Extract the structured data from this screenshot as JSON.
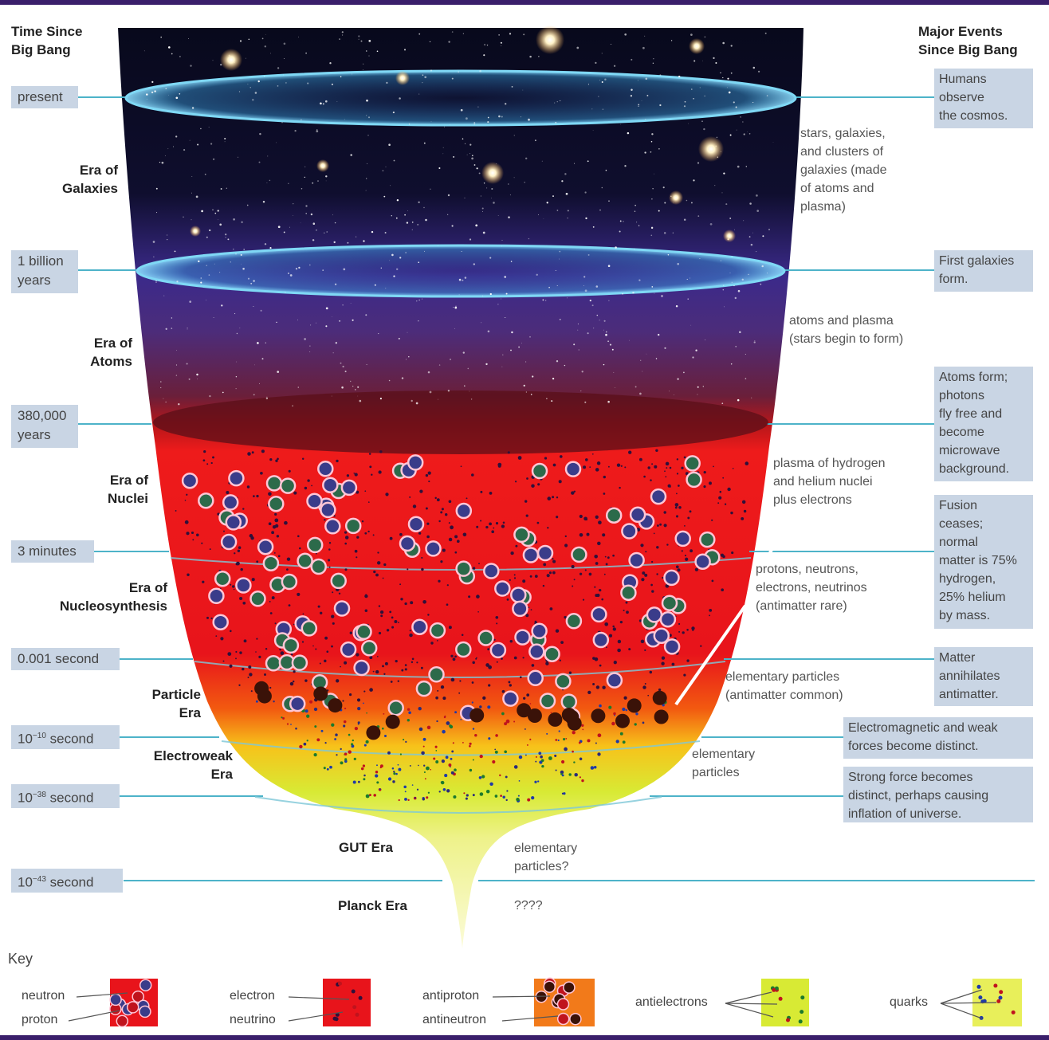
{
  "headers": {
    "left": [
      "Time Since",
      "Big Bang"
    ],
    "right": [
      "Major Events",
      "Since Big Bang"
    ]
  },
  "times": {
    "present": "present",
    "billion": [
      "1 billion",
      "years"
    ],
    "k380": [
      "380,000",
      "years"
    ],
    "min3": "3 minutes",
    "sec001": "0.001 second",
    "t10": {
      "base": "10",
      "exp": "−10",
      "unit": "second"
    },
    "t38": {
      "base": "10",
      "exp": "−38",
      "unit": "second"
    },
    "t43": {
      "base": "10",
      "exp": "−43",
      "unit": "second"
    }
  },
  "eras": {
    "galaxies": [
      "Era of",
      "Galaxies"
    ],
    "atoms": [
      "Era of",
      "Atoms"
    ],
    "nuclei": [
      "Era of",
      "Nuclei"
    ],
    "nucleosynthesis": [
      "Era of",
      "Nucleosynthesis"
    ],
    "particle": [
      "Particle",
      "Era"
    ],
    "electroweak": [
      "Electroweak",
      "Era"
    ],
    "gut": "GUT Era",
    "planck": "Planck Era"
  },
  "contents": {
    "galaxies": [
      "stars, galaxies,",
      "and clusters of",
      "galaxies (made",
      "of atoms and",
      "plasma)"
    ],
    "atoms": [
      "atoms and plasma",
      "(stars begin to form)"
    ],
    "nuclei": [
      "plasma of hydrogen",
      "and helium nuclei",
      "plus electrons"
    ],
    "nucleosynthesis": [
      "protons, neutrons,",
      "electrons, neutrinos",
      "(antimatter rare)"
    ],
    "particle": [
      "elementary particles",
      "(antimatter common)"
    ],
    "electroweak": [
      "elementary",
      "particles"
    ],
    "gut": [
      "elementary",
      "particles?"
    ],
    "planck": "????"
  },
  "events": {
    "humans": [
      "Humans",
      "observe",
      "the cosmos."
    ],
    "galaxies": [
      "First galaxies",
      "form."
    ],
    "atoms": [
      "Atoms form;",
      "photons",
      "fly free and",
      "become",
      "microwave",
      "background."
    ],
    "fusion": [
      "Fusion",
      "ceases;",
      "normal",
      "matter is 75%",
      "hydrogen,",
      "25% helium",
      "by mass."
    ],
    "annihilate": [
      "Matter",
      "annihilates",
      "antimatter."
    ],
    "em": [
      "Electromagnetic and weak",
      "forces become distinct."
    ],
    "strong": [
      "Strong force becomes",
      "distinct, perhaps causing",
      "inflation of universe."
    ]
  },
  "key": {
    "title": "Key",
    "neutron": "neutron",
    "proton": "proton",
    "electron": "electron",
    "neutrino": "neutrino",
    "antiproton": "antiproton",
    "antineutron": "antineutron",
    "antielectrons": "antielectrons",
    "quarks": "quarks"
  },
  "colors": {
    "frame": "#3a1f6b",
    "label_box": "#c9d5e4",
    "timeline": "#4db3c9",
    "plasma_red": "#e8141b",
    "space_dark": "#0c0b22"
  }
}
